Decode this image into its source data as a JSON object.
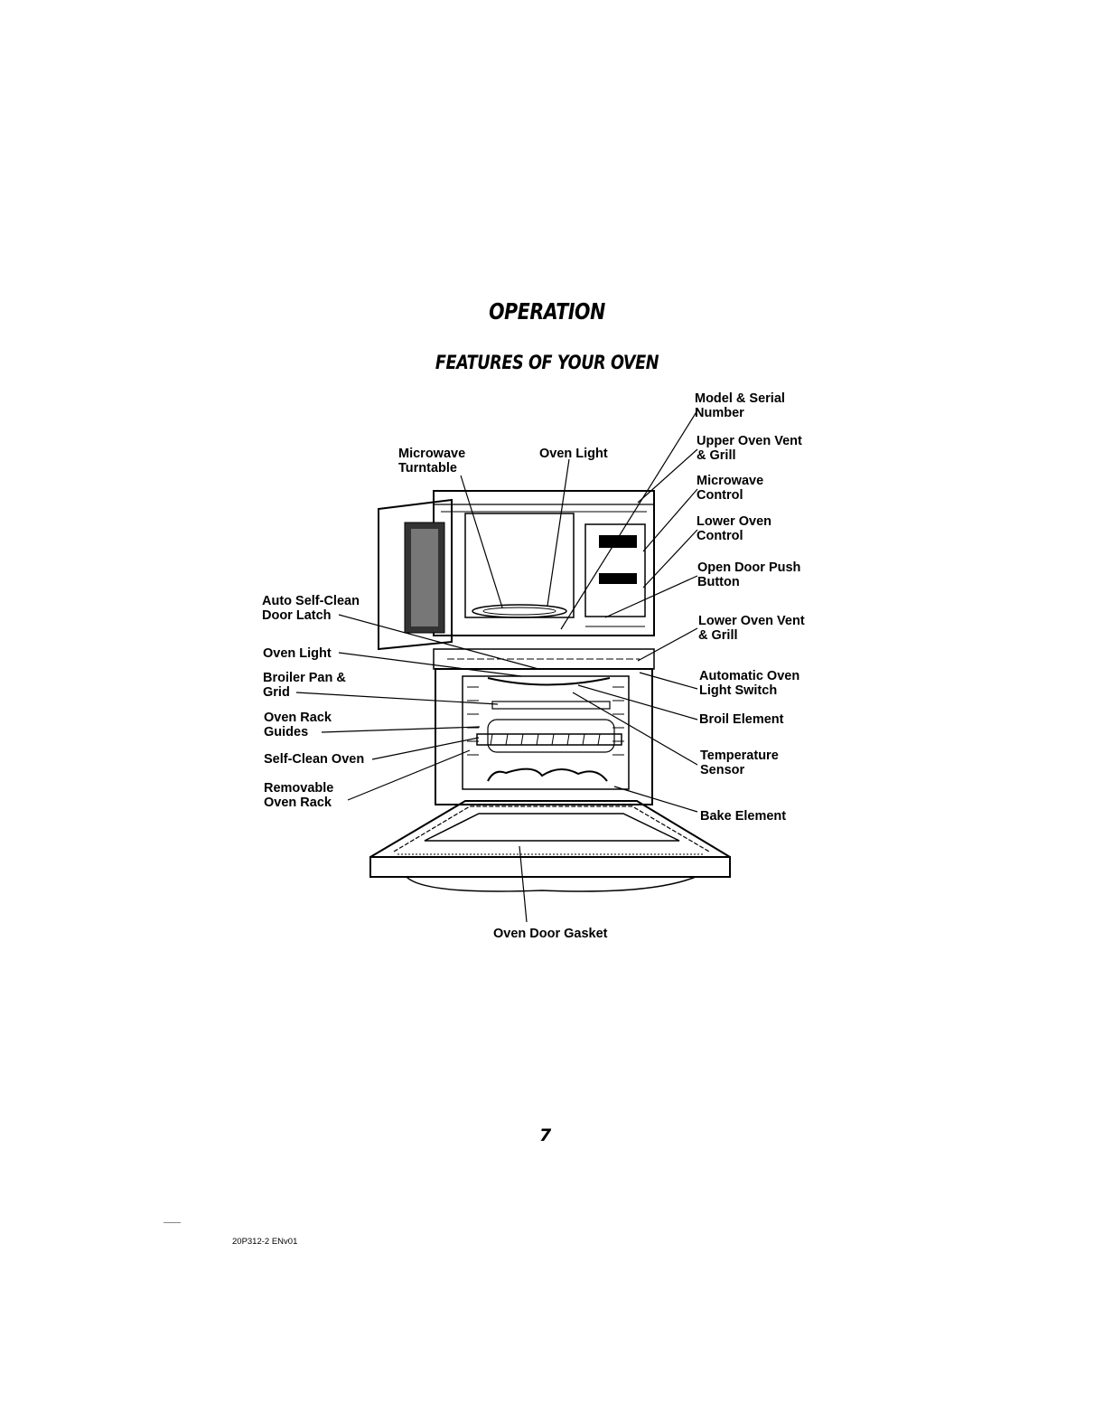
{
  "header": {
    "title": "OPERATION",
    "subtitle": "FEATURES OF YOUR OVEN"
  },
  "labels": {
    "model_serial": [
      "Model & Serial",
      "Number"
    ],
    "upper_vent": [
      "Upper Oven Vent",
      "& Grill"
    ],
    "microwave_control": [
      "Microwave",
      "Control"
    ],
    "lower_control": [
      "Lower Oven",
      "Control"
    ],
    "open_door": [
      "Open Door Push",
      "Button"
    ],
    "lower_vent": [
      "Lower Oven Vent",
      "& Grill"
    ],
    "auto_light": [
      "Automatic Oven",
      "Light Switch"
    ],
    "broil": [
      "Broil Element"
    ],
    "temp_sensor": [
      "Temperature",
      "Sensor"
    ],
    "bake": [
      "Bake Element"
    ],
    "turntable": [
      "Microwave",
      "Turntable"
    ],
    "oven_light_top": [
      "Oven Light"
    ],
    "door_latch": [
      "Auto Self-Clean",
      "Door Latch"
    ],
    "oven_light_left": [
      "Oven Light"
    ],
    "broiler_pan": [
      "Broiler Pan &",
      "Grid"
    ],
    "rack_guides": [
      "Oven Rack",
      "Guides"
    ],
    "self_clean": [
      "Self-Clean Oven"
    ],
    "removable_rack": [
      "Removable",
      "Oven Rack"
    ],
    "gasket": [
      "Oven Door Gasket"
    ]
  },
  "footer": {
    "page_number": "7",
    "doc_code": "20P312-2 ENv01"
  }
}
